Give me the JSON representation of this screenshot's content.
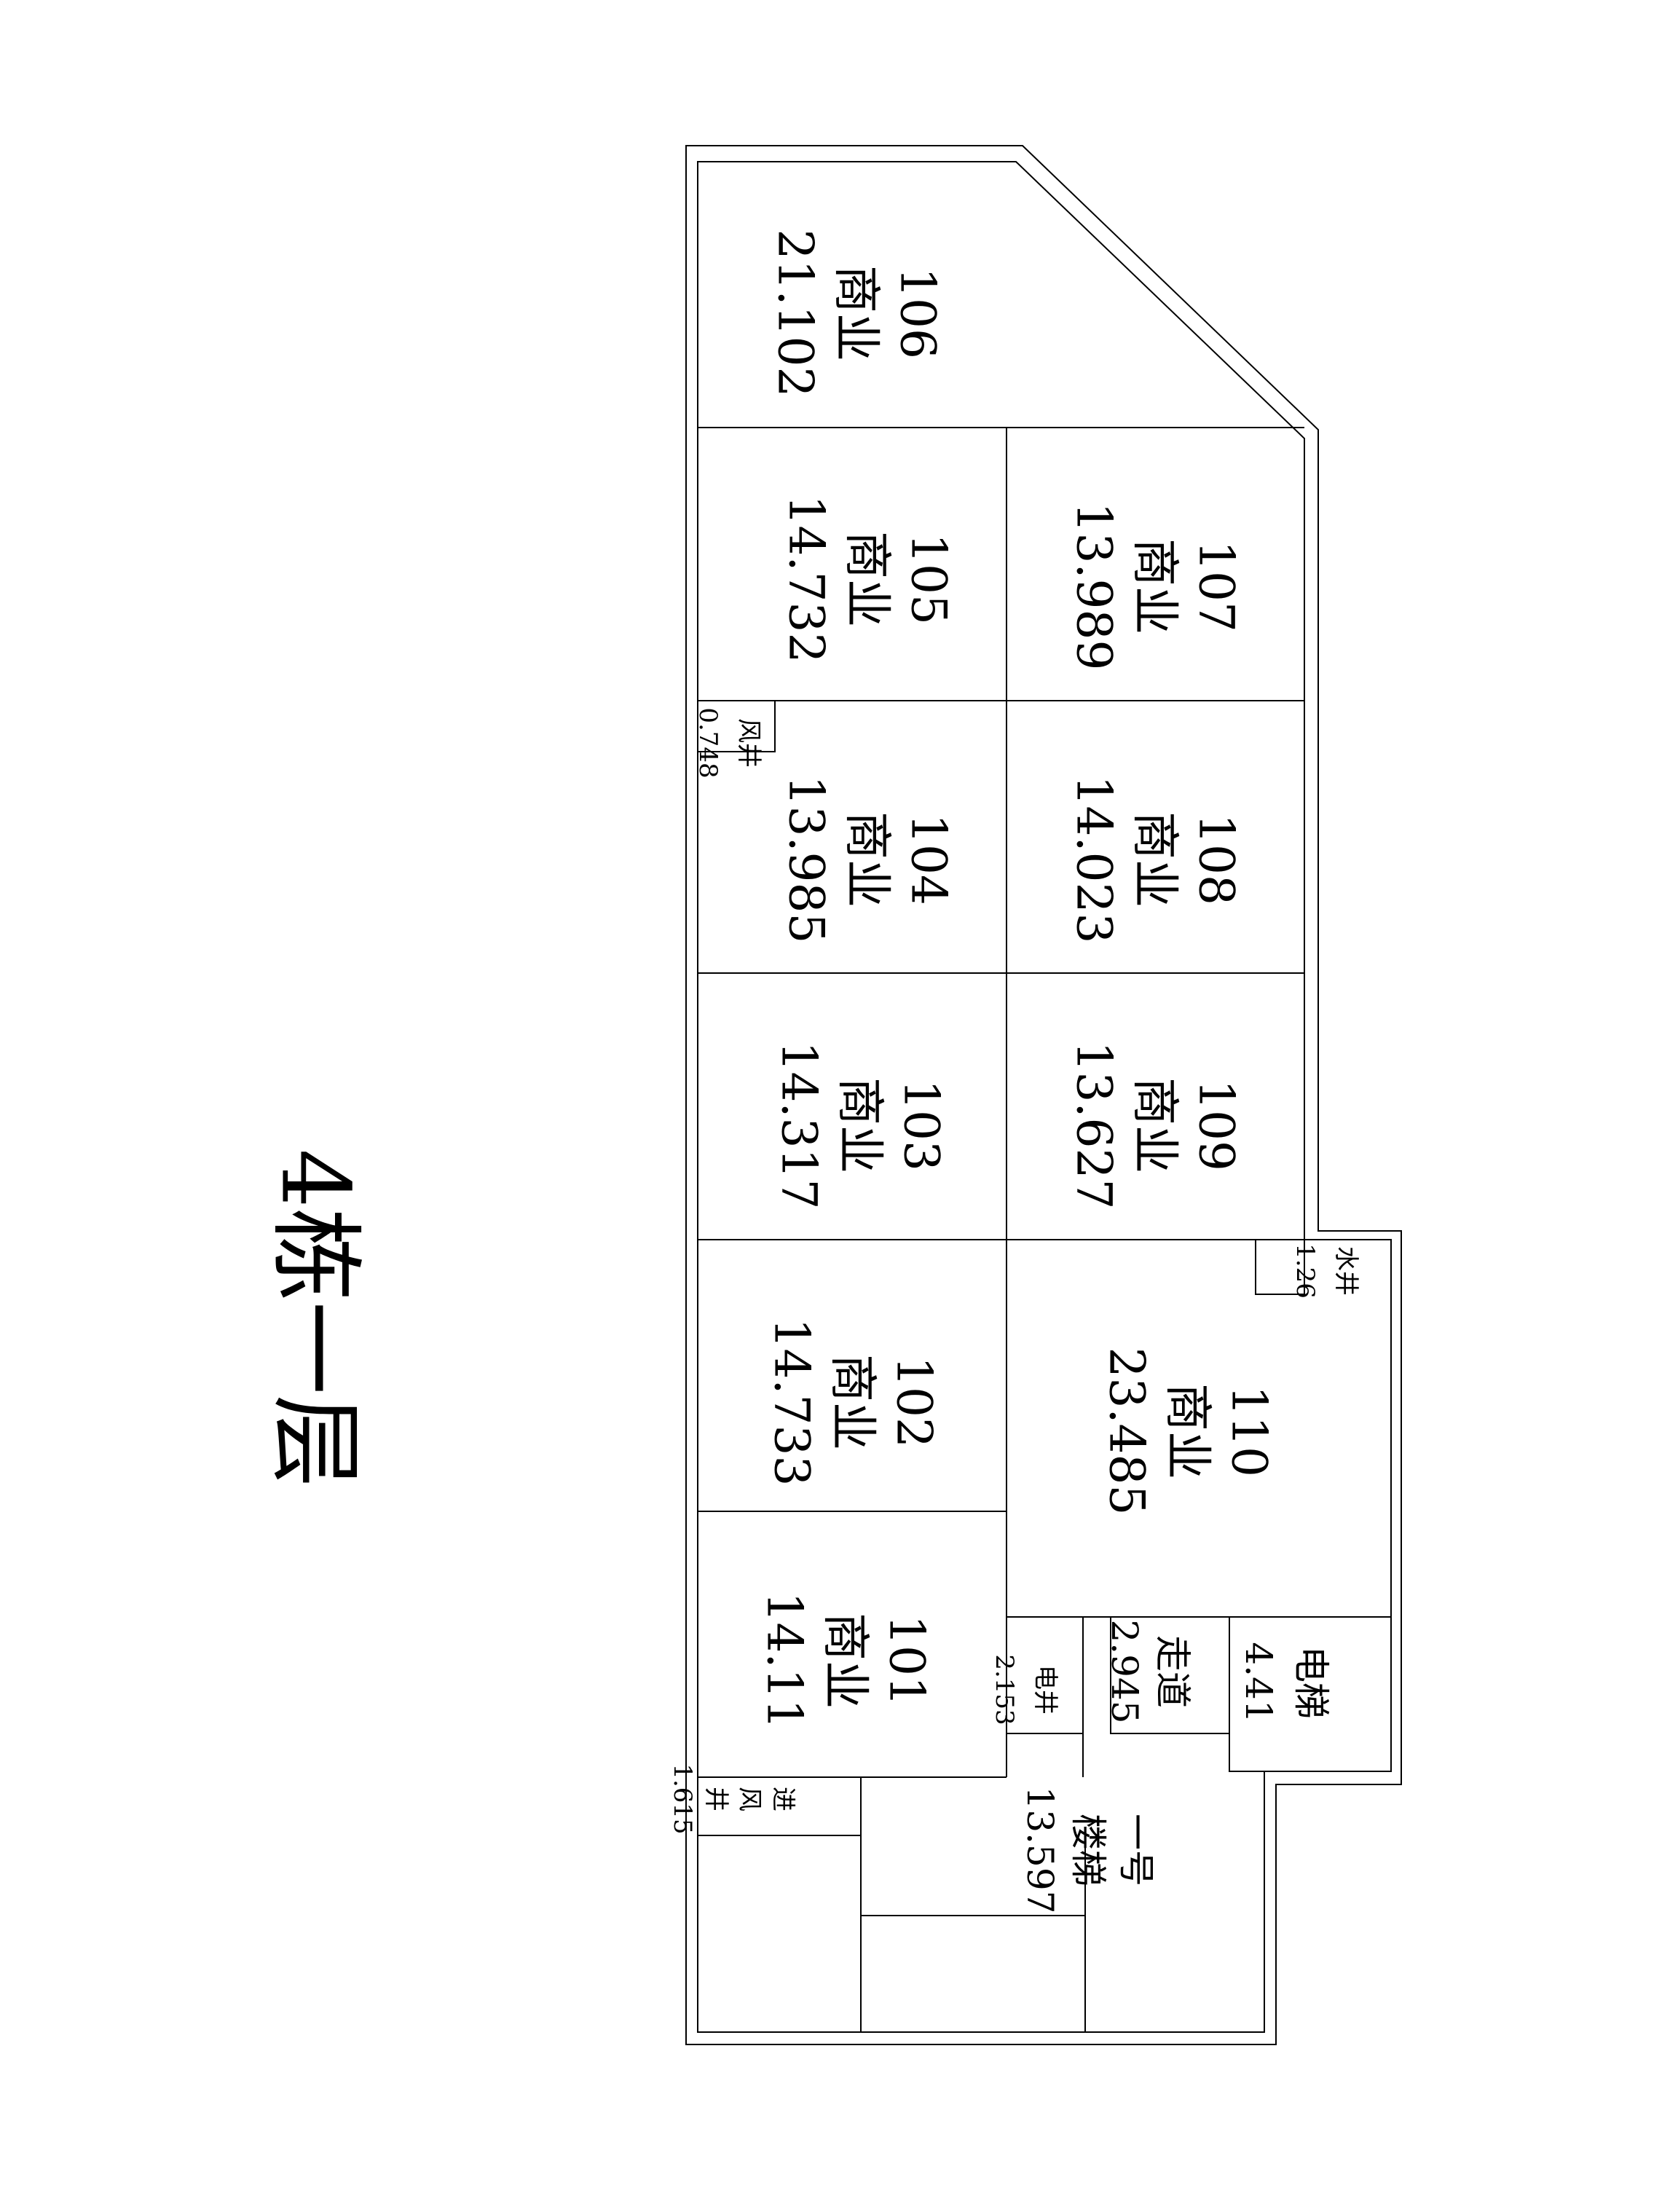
{
  "page_title": "4栋一层",
  "units": {
    "106": {
      "number": "106",
      "use": "商业",
      "area": "21.102"
    },
    "105": {
      "number": "105",
      "use": "商业",
      "area": "14.732"
    },
    "107": {
      "number": "107",
      "use": "商业",
      "area": "13.989"
    },
    "104": {
      "number": "104",
      "use": "商业",
      "area": "13.985"
    },
    "108": {
      "number": "108",
      "use": "商业",
      "area": "14.023"
    },
    "103": {
      "number": "103",
      "use": "商业",
      "area": "14.317"
    },
    "109": {
      "number": "109",
      "use": "商业",
      "area": "13.627"
    },
    "102": {
      "number": "102",
      "use": "商业",
      "area": "14.733"
    },
    "110": {
      "number": "110",
      "use": "商业",
      "area": "23.485"
    },
    "101": {
      "number": "101",
      "use": "商业",
      "area": "14.11"
    }
  },
  "shafts": {
    "air_shaft": {
      "name": "风井",
      "area": "0.748"
    },
    "water_shaft": {
      "name": "水井",
      "area": "1.26"
    },
    "elevator": {
      "name": "电梯",
      "area": "4.41"
    },
    "corridor": {
      "name": "走道",
      "area": "2.945"
    },
    "electric_shaft": {
      "name": "电井",
      "area": "2.153"
    },
    "stair": {
      "name1": "一号",
      "name2": "楼梯",
      "area": "13.597"
    },
    "intake_shaft": {
      "c1": "进",
      "c2": "风",
      "c3": "井",
      "area": "1.615"
    }
  }
}
